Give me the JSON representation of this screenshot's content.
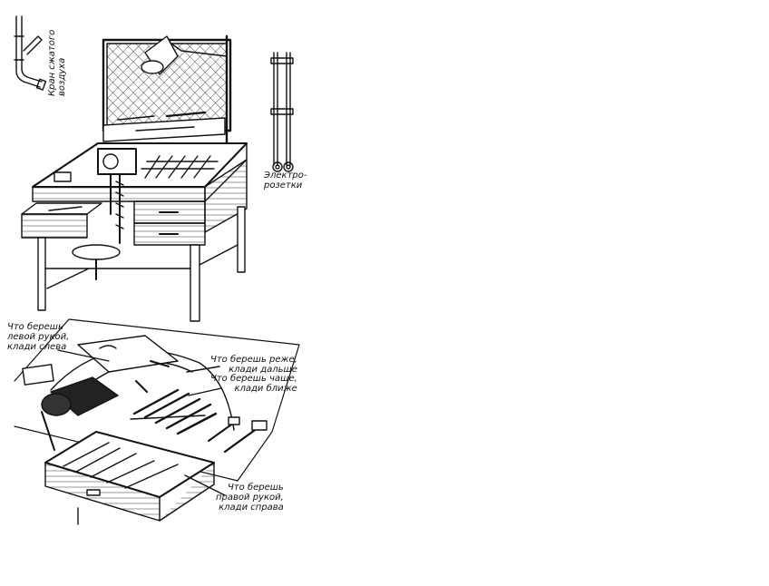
{
  "labels": {
    "air_valve": [
      "Кран сжатого",
      "воздуха"
    ],
    "sockets": [
      "Электро-",
      "розетки"
    ],
    "left_hand": [
      "Что берешь",
      "левой рукой,",
      "клади слева"
    ],
    "rarely": [
      "Что берешь реже,",
      "клади дальше"
    ],
    "often": [
      "Что берешь чаще,",
      "клади ближе"
    ],
    "right_hand": [
      "Что берешь",
      "правой рукой,",
      "клади справа"
    ]
  },
  "colors": {
    "ink": "#111111",
    "paper": "#ffffff"
  }
}
